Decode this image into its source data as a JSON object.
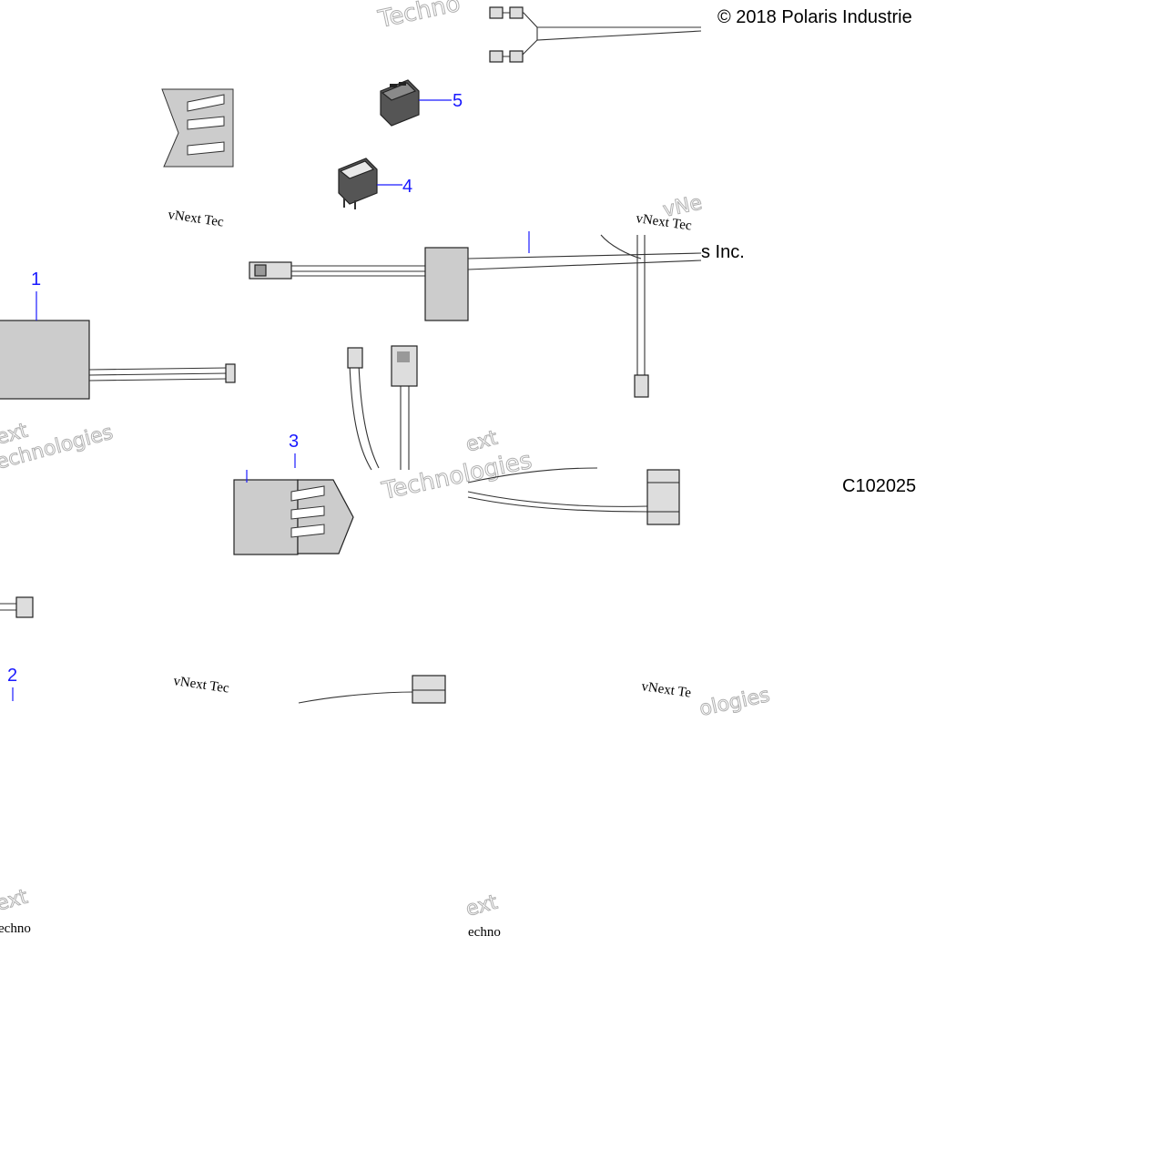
{
  "copyright": "© 2018 Polaris Industrie",
  "copyright_fragment": "s Inc.",
  "drawing_code": "C102025",
  "callouts": [
    "1",
    "2",
    "3",
    "4",
    "5"
  ],
  "watermark": {
    "brand_serif": "vNext Tec",
    "brand_serif_alt": "vNext Te",
    "logo_word_1": "vNe",
    "logo_word_2": "Technologies",
    "logo_word_3": "ext",
    "logo_word_4": "Techno",
    "logo_word_5": "ologies",
    "logo_word_6": "echnologies",
    "logo_word_7": "echno",
    "logo_word_8": "Technologies"
  },
  "colors": {
    "callout": "#1a1aff",
    "part_fill": "#cccccc",
    "background": "#ffffff"
  }
}
